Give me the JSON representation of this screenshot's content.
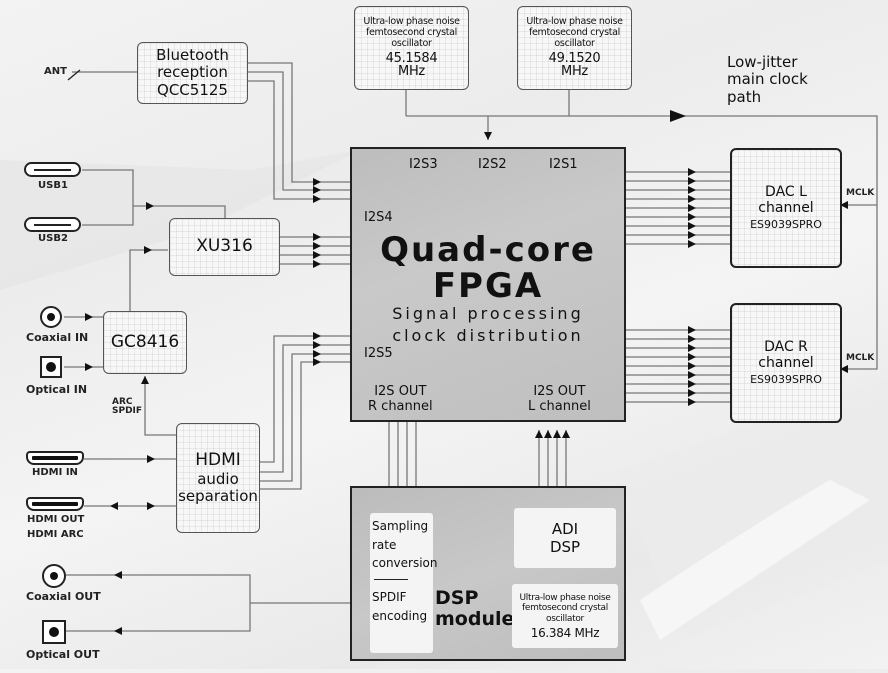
{
  "blocks": {
    "bluetooth": {
      "lines": [
        "Bluetooth",
        "reception",
        "QCC5125"
      ]
    },
    "osc1": {
      "desc": [
        "Ultra-low phase noise",
        "femtosecond crystal",
        "oscillator"
      ],
      "freq": [
        "45.1584",
        "MHz"
      ]
    },
    "osc2": {
      "desc": [
        "Ultra-low phase noise",
        "femtosecond crystal",
        "oscillator"
      ],
      "freq": [
        "49.1520",
        "MHz"
      ]
    },
    "xu316": {
      "label": "XU316"
    },
    "gc8416": {
      "label": "GC8416"
    },
    "hdmi": {
      "lines": [
        "HDMI",
        "audio",
        "separation"
      ]
    },
    "fpga": {
      "title": [
        "Quad-core",
        "FPGA"
      ],
      "subtitle": [
        "Signal processing",
        "clock distribution"
      ],
      "ports": {
        "i2s1": "I2S1",
        "i2s2": "I2S2",
        "i2s3": "I2S3",
        "i2s4": "I2S4",
        "i2s5": "I2S5"
      },
      "out_r": [
        "I2S OUT",
        "R channel"
      ],
      "out_l": [
        "I2S OUT",
        "L channel"
      ]
    },
    "dac_l": {
      "lines": [
        "DAC L",
        "channel",
        "ES9039SPRO"
      ]
    },
    "dac_r": {
      "lines": [
        "DAC R",
        "channel",
        "ES9039SPRO"
      ]
    },
    "dsp_module": {
      "title": [
        "DSP",
        "module"
      ],
      "src": [
        "Sampling",
        "rate",
        "conversion"
      ],
      "spdif": [
        "SPDIF",
        "encoding"
      ],
      "adi": [
        "ADI",
        "DSP"
      ],
      "osc3": {
        "desc": [
          "Ultra-low phase noise",
          "femtosecond crystal",
          "oscillator"
        ],
        "freq": "16.384 MHz"
      }
    }
  },
  "ports": {
    "ant": "ANT",
    "usb1": "USB1",
    "usb2": "USB2",
    "coax_in": "Coaxial IN",
    "optical_in": "Optical IN",
    "arc_spdif": [
      "ARC",
      "SPDIF"
    ],
    "hdmi_in": "HDMI IN",
    "hdmi_out": [
      "HDMI OUT",
      "HDMI ARC"
    ],
    "coax_out": "Coaxial OUT",
    "optical_out": "Optical OUT"
  },
  "annotations": {
    "clock_path": [
      "Low-jitter",
      "main clock",
      "path"
    ],
    "mclk_l": "MCLK",
    "mclk_r": "MCLK"
  }
}
